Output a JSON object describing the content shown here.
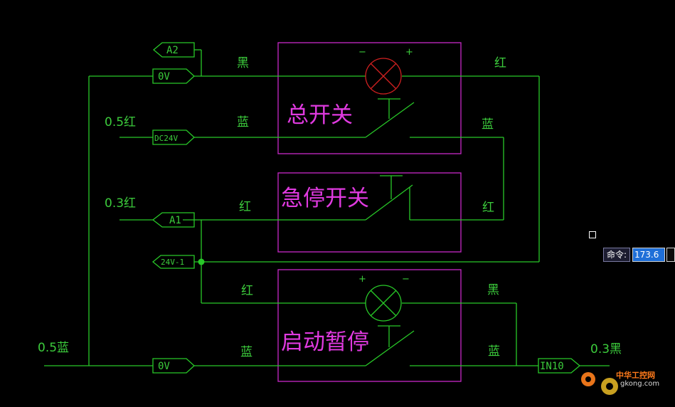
{
  "panels": {
    "main_switch": "总开关",
    "estop": "急停开关",
    "start_pause": "启动暂停"
  },
  "polarity": {
    "minus": "−",
    "plus": "+"
  },
  "tags": {
    "a2": "A2",
    "ov_top": "0V",
    "dc24v": "DC24V",
    "a1": "A1",
    "v24_1": "24V-1",
    "ov_bottom": "0V",
    "in10": "IN10"
  },
  "wire_labels": {
    "black_1": "黑",
    "blue_1": "蓝",
    "red_1": "红",
    "red_2": "红",
    "blue_2": "蓝",
    "right_red_1": "红",
    "right_blue_1": "蓝",
    "right_red_2": "红",
    "right_black": "黑",
    "right_blue_2": "蓝",
    "left_05_red": "0.5红",
    "left_03_red": "0.3红",
    "left_05_blue": "0.5蓝",
    "right_03_black": "0.3黑"
  },
  "command_bar": {
    "label": "命令:",
    "value": "173.6"
  },
  "watermark": {
    "text": "中华工控网",
    "domain": "gkong.com"
  },
  "colors": {
    "wire": "#28c828",
    "panel_border": "#c828c8",
    "panel_text": "#e03ae0",
    "lamp_top": "#d02020",
    "background": "#000000"
  }
}
